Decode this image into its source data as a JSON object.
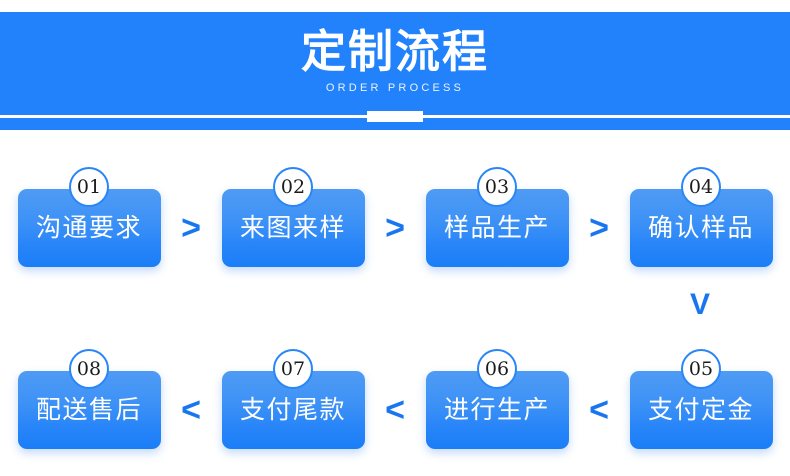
{
  "header": {
    "title": "定制流程",
    "subtitle": "ORDER PROCESS",
    "background_color": "#2182fb",
    "text_color": "#ffffff"
  },
  "flow": {
    "box_gradient_top": "#4f9bf4",
    "box_gradient_bottom": "#1b7ef7",
    "arrow_color": "#1876f0",
    "badge_border_color": "#2a86f7",
    "badge_text_color": "#1b1b1b",
    "row1": {
      "steps": [
        {
          "number": "01",
          "label": "沟通要求"
        },
        {
          "number": "02",
          "label": "来图来样"
        },
        {
          "number": "03",
          "label": "样品生产"
        },
        {
          "number": "04",
          "label": "确认样品"
        }
      ],
      "separators": [
        ">",
        ">",
        ">"
      ]
    },
    "row2": {
      "steps": [
        {
          "number": "08",
          "label": "配送售后"
        },
        {
          "number": "07",
          "label": "支付尾款"
        },
        {
          "number": "06",
          "label": "进行生产"
        },
        {
          "number": "05",
          "label": "支付定金"
        }
      ],
      "separators": [
        "<",
        "<",
        "<"
      ]
    },
    "vertical_connector": "V"
  }
}
